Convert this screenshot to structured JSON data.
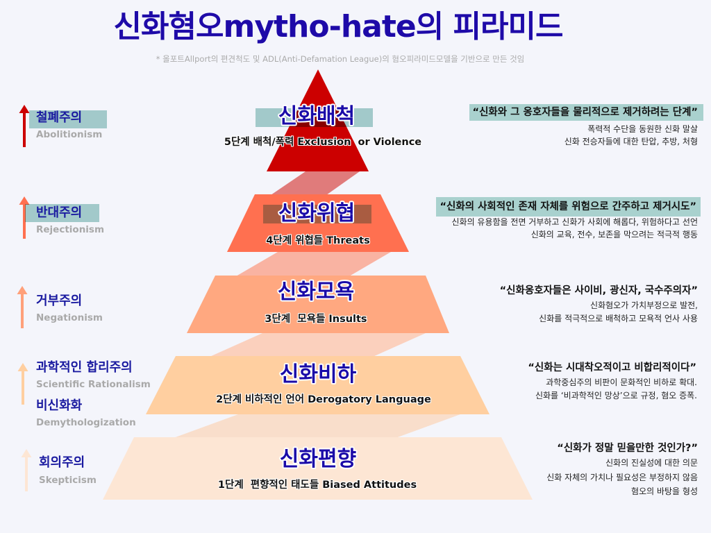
{
  "header": {
    "title": "신화혐오mytho-hate의 피라미드",
    "note": "* 올포트Allport의 편견척도 및 ADL(Anti-Defamation League)의 혐오피라미드모델을 기반으로 만든 것임"
  },
  "theme": {
    "background": "#F4F5FB",
    "title_color": "#1E0AA8",
    "highlight": "#A9D1CE",
    "ideology_label_color": "#1A1AA0",
    "ideology_sub_color": "#A9A9A9"
  },
  "stages": [
    {
      "level": 5,
      "title": "신화배척",
      "subtitle": "5단계 배척/폭력 Exclusion  or Violence",
      "color": "#CC0000",
      "connector_color": "#E07B7B",
      "quote": "“신화와 그 옹호자들을 물리적으로 제거하려는 단계”",
      "details": [
        "폭력적 수단을 동원한 신화 말살",
        "신화 전승자들에 대한 탄압, 추방, 처형"
      ]
    },
    {
      "level": 4,
      "title": "신화위협",
      "subtitle": "4단계 위협들 Threats",
      "color": "#FF7050",
      "connector_color": "#F9B3A2",
      "quote": "“신화의 사회적인 존재 자체를 위험으로 간주하고 제거시도”",
      "details": [
        "신화의 유용함을 전면 거부하고 신화가 사회에 해롭다, 위험하다고 선언",
        "신화의 교육, 전수, 보존을 막으려는 적극적 행동"
      ]
    },
    {
      "level": 3,
      "title": "신화모욕",
      "subtitle": "3단계  모욕들 Insults",
      "color": "#FFA880",
      "connector_color": "#FBD0BD",
      "quote": "“신화옹호자들은 사이비, 광신자, 국수주의자”",
      "details": [
        "신화혐오가 가치부정으로 발전,",
        "신화를 적극적으로 배척하고 모욕적 언사 사용"
      ]
    },
    {
      "level": 2,
      "title": "신화비하",
      "subtitle": "2단계 비하적인 언어 Derogatory Language",
      "color": "#FFCFA0",
      "connector_color": "#F9DECB",
      "quote": "“신화는 시대착오적이고 비합리적이다”",
      "details": [
        "과학중심주의 비판이 문화적인 비하로 확대.",
        "신화를 ‘비과학적인 망상’으로 규정, 혐오 증폭."
      ]
    },
    {
      "level": 1,
      "title": "신화편향",
      "subtitle": "1단계  편향적인 태도들 Biased Attitudes",
      "color": "#FDE6D4",
      "quote": "“신화가 정말 믿을만한 것인가?”",
      "details": [
        "신화의 진실성에 대한 의문",
        "신화 자체의 가치나 필요성은 부정하지 않음",
        "혐오의 바탕을 형성"
      ]
    }
  ],
  "ideologies": [
    {
      "arrow_icon": "arrow-up",
      "arrow_color": "#CC0000",
      "labels": [
        {
          "ko": "철폐주의",
          "en": "Abolitionism"
        }
      ]
    },
    {
      "arrow_icon": "arrow-up",
      "arrow_color": "#FF7050",
      "labels": [
        {
          "ko": "반대주의",
          "en": "Rejectionism"
        }
      ]
    },
    {
      "arrow_icon": "arrow-up",
      "arrow_color": "#FFA07A",
      "labels": [
        {
          "ko": "거부주의",
          "en": "Negationism"
        }
      ]
    },
    {
      "arrow_icon": "arrow-up",
      "arrow_color": "#FFCFA0",
      "labels": [
        {
          "ko": "과학적인 합리주의",
          "en": "Scientific Rationalism"
        },
        {
          "ko": "비신화화",
          "en": "Demythologization"
        }
      ]
    },
    {
      "arrow_icon": "arrow-up",
      "arrow_color": "#FDE6D4",
      "labels": [
        {
          "ko": "회의주의",
          "en": "Skepticism"
        }
      ]
    }
  ]
}
